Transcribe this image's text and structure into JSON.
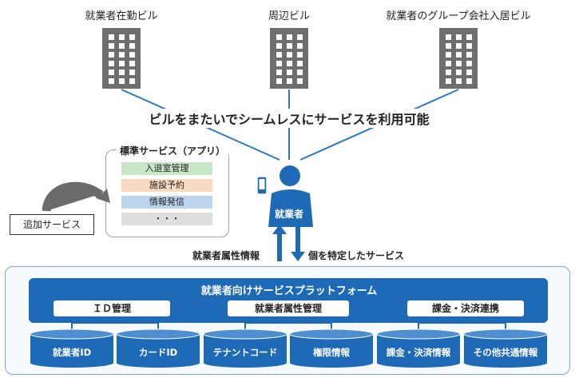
{
  "buildings": [
    {
      "label": "就業者在勤ビル"
    },
    {
      "label": "周辺ビル"
    },
    {
      "label": "就業者のグループ会社入居ビル"
    }
  ],
  "headline": "ビルをまたいでシームレスにサービスを利用可能",
  "standard_services": {
    "title": "標準サービス（アプリ）",
    "items": [
      {
        "label": "入退室管理",
        "color": "#c6e6c6"
      },
      {
        "label": "施設予約",
        "color": "#f8d9c2"
      },
      {
        "label": "情報発信",
        "color": "#bcd4ec"
      },
      {
        "label": "・・・",
        "color": "#dedede"
      }
    ]
  },
  "additional_service": "追加サービス",
  "worker_label": "就業者",
  "arrow_up_label": "就業者属性情報",
  "arrow_down_label": "個を特定したサービス",
  "platform": {
    "title": "就業者向けサービスプラットフォーム",
    "functions": [
      "ＩＤ管理",
      "就業者属性管理",
      "課金・決済連携"
    ],
    "databases": [
      "就業者ID",
      "カードID",
      "テナントコード",
      "権限情報",
      "課金・決済情報",
      "その他共通情報"
    ]
  },
  "colors": {
    "primary": "#1e6ab7",
    "building": "#6e6e6e",
    "line": "#2d78c8"
  }
}
